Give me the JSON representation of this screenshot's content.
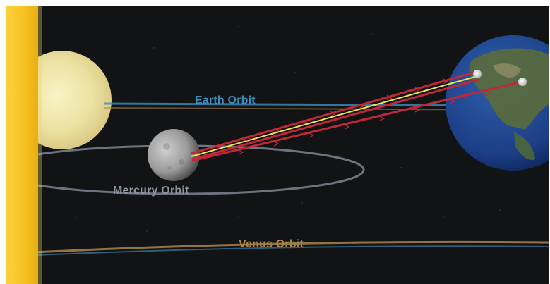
{
  "labels": {
    "earth_orbit": "Earth Orbit",
    "mercury_orbit": "Mercury Orbit",
    "venus_orbit": "Venus Orbit"
  },
  "colors": {
    "space_background": "#121314",
    "sun": "#f7c51c",
    "venus": "#efe6a0",
    "mercury": "#9a9a9a",
    "earth_ocean": "#1c3f86",
    "earth_orbit": "#3c8fbf",
    "mercury_orbit": "#8d96a3",
    "venus_orbit": "#a8864a",
    "signal_path_outer": "#c0283a",
    "signal_path_inner": "#f1e64a"
  }
}
